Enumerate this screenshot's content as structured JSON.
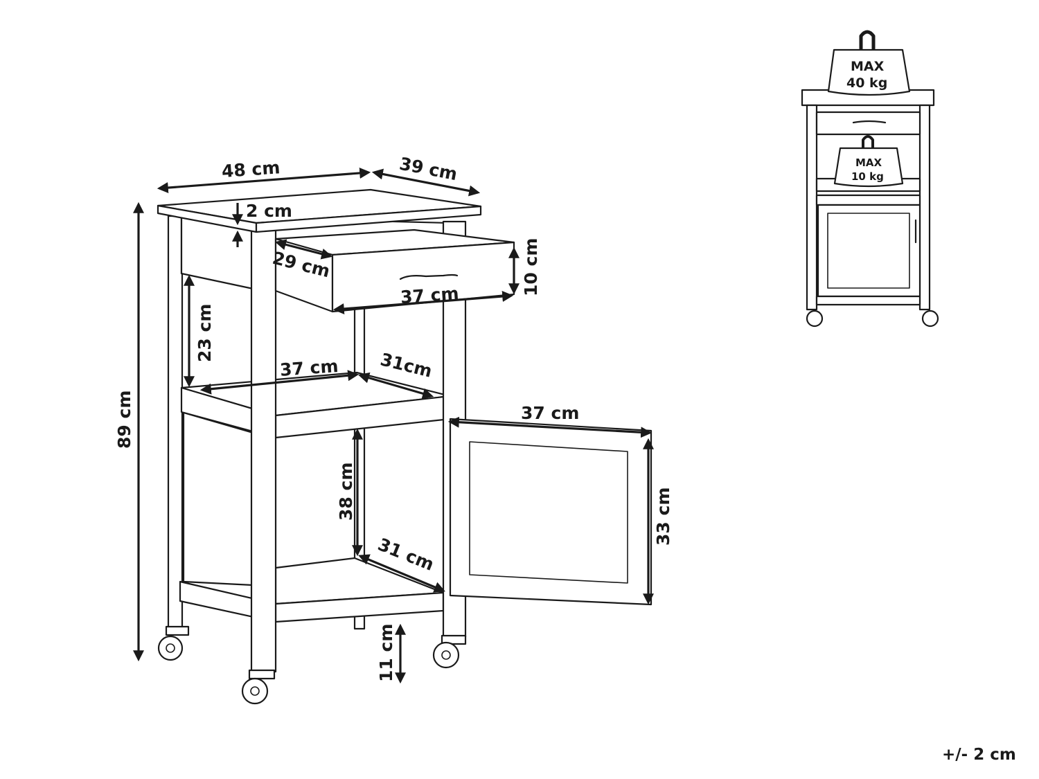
{
  "dimensions": {
    "top_width": "48 cm",
    "top_depth": "39 cm",
    "top_thickness": "2 cm",
    "total_height": "89 cm",
    "drawer_depth": "29 cm",
    "drawer_width": "37 cm",
    "drawer_height": "10 cm",
    "open_shelf_height": "23 cm",
    "shelf_width": "37 cm",
    "shelf_depth": "31cm",
    "cabinet_height": "38 cm",
    "cabinet_depth": "31 cm",
    "door_width": "37 cm",
    "door_height": "33 cm",
    "leg_height": "11 cm"
  },
  "load": {
    "top_max_title": "MAX",
    "top_max_value": "40 kg",
    "shelf_max_title": "MAX",
    "shelf_max_value": "10 kg"
  },
  "tolerance": "+/- 2 cm"
}
